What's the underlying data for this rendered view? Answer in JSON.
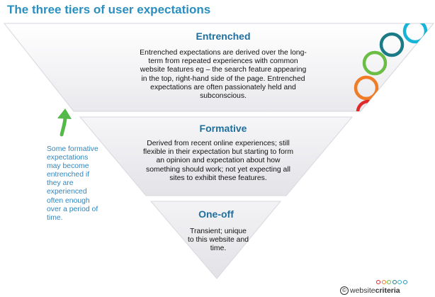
{
  "title": "The three tiers of user expectations",
  "tiers": [
    {
      "heading": "Entrenched",
      "body": "Entrenched expectations are derived over the long-term from repeated experiences with common website features eg – the search feature appearing in the top, right-hand side of the page. Entrenched expectations are often passionately held and subconscious."
    },
    {
      "heading": "Formative",
      "body": "Derived from recent online experiences; still flexible in their expectation but starting to form an opinion and expectation about how something should work; not yet expecting all sites to exhibit these features."
    },
    {
      "heading": "One-off",
      "body": "Transient; unique to this website and time."
    }
  ],
  "side_note": "Some formative expectations may become entrenched if they are experienced often enough over a period of time.",
  "brand": {
    "copyright": "©",
    "prefix": "website",
    "suffix": "criteria"
  },
  "colors": {
    "title": "#2a8fc0",
    "heading": "#1f6f9c",
    "side_note": "#2f86bf",
    "arrow": "#55b94a",
    "ring_colors": [
      "#18b4d8",
      "#1a7a86",
      "#6bbd45",
      "#f07c27",
      "#e0292a"
    ],
    "dot_colors": [
      "#e0292a",
      "#f07c27",
      "#6bbd45",
      "#1a7a86",
      "#18b4d8",
      "#2a8fc0"
    ]
  },
  "icons": {
    "arrow": "up-arrow-icon",
    "rings": "decorative-rings",
    "brand_dots": "brand-dots"
  }
}
